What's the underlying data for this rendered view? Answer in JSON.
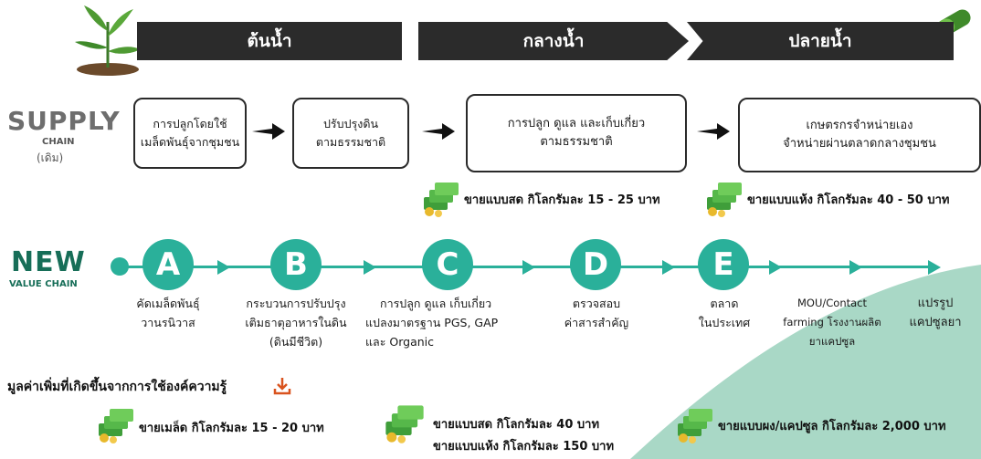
{
  "banners": {
    "upstream": "ต้นน้ำ",
    "midstream": "กลางน้ำ",
    "downstream": "ปลายน้ำ"
  },
  "supply": {
    "big": "SUPPLY",
    "small": "CHAIN",
    "orig": "(เดิม)"
  },
  "supply_steps": [
    {
      "line1": "การปลูกโดยใช้",
      "line2": "เมล็ดพันธุ์จากชุมชน"
    },
    {
      "line1": "ปรับปรุงดิน",
      "line2": "ตามธรรมชาติ"
    },
    {
      "line1": "การปลูก ดูแล และเก็บเกี่ยว",
      "line2": "ตามธรรมชาติ"
    },
    {
      "line1": "เกษตรกรจำหน่ายเอง",
      "line2": "จำหน่ายผ่านตลาดกลางชุมชน"
    }
  ],
  "supply_prices": {
    "fresh": "ขายแบบสด กิโลกรัมละ 15 - 25 บาท",
    "dry": "ขายแบบแห้ง กิโลกรัมละ 40 - 50 บาท"
  },
  "new_chain": {
    "big": "NEW",
    "small": "VALUE CHAIN"
  },
  "stages": [
    {
      "letter": "A",
      "lines": [
        "คัดเมล็ดพันธุ์",
        "วานรนิวาส"
      ]
    },
    {
      "letter": "B",
      "lines": [
        "กระบวนการปรับปรุง",
        "เติมธาตุอาหารในดิน",
        "(ดินมีชีวิต)"
      ]
    },
    {
      "letter": "C",
      "lines": [
        "การปลูก ดูแล เก็บเกี่ยว",
        "แปลงมาตรฐาน PGS, GAP",
        "และ Organic"
      ]
    },
    {
      "letter": "D",
      "lines": [
        "ตรวจสอบ",
        "ค่าสารสำคัญ"
      ]
    },
    {
      "letter": "E",
      "lines": [
        "ตลาด",
        "ในประเทศ"
      ]
    }
  ],
  "extra_steps": [
    {
      "lines": [
        "MOU/Contact",
        "farming โรงงานผลิต",
        "ยาแคปซูล"
      ]
    },
    {
      "lines": [
        "แปรรูป",
        "แคปซูลยา"
      ]
    }
  ],
  "knowledge_title": "มูลค่าเพิ่มที่เกิดขึ้นจากการใช้องค์ความรู้",
  "new_prices": {
    "seed": "ขายเมล็ด กิโลกรัมละ 15 - 20 บาท",
    "fresh": "ขายแบบสด กิโลกรัมละ 40 บาท",
    "dry": "ขายแบบแห้ง กิโลกรัมละ 150 บาท",
    "capsule": "ขายแบบผง/แคปซูล กิโลกรัมละ 2,000 บาท"
  },
  "colors": {
    "teal": "#2ab09a",
    "dark_green": "#176e58",
    "banner": "#2b2b2b",
    "mint": "#a9d8c6"
  }
}
